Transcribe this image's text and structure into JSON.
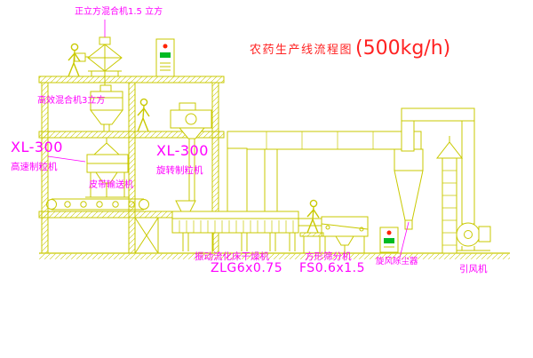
{
  "title": {
    "text": "农药生产线流程图",
    "capacity": "(500kg/h)"
  },
  "labels": {
    "cube_mixer": "正立方混合机1.5 立方",
    "cone_mixer": "高效混合机3立方",
    "granulator_left_model": "XL-300",
    "granulator_left_name": "高速制粒机",
    "granulator_mid_model": "XL-300",
    "granulator_mid_name": "旋转制粒机",
    "belt_conveyor": "皮带输送机",
    "dryer_name": "振动流化床干燥机",
    "dryer_model": "ZLG6x0.75",
    "sieve_name": "方形筛分机",
    "sieve_model": "FS0.6x1.5",
    "cyclone": "旋风除尘器",
    "fan": "引风机"
  },
  "colors": {
    "background": "#ffffff",
    "line": "#c9c900",
    "label": "#ff00ff",
    "title": "#ff2222",
    "green": "#00bb22",
    "red": "#ff2200"
  }
}
